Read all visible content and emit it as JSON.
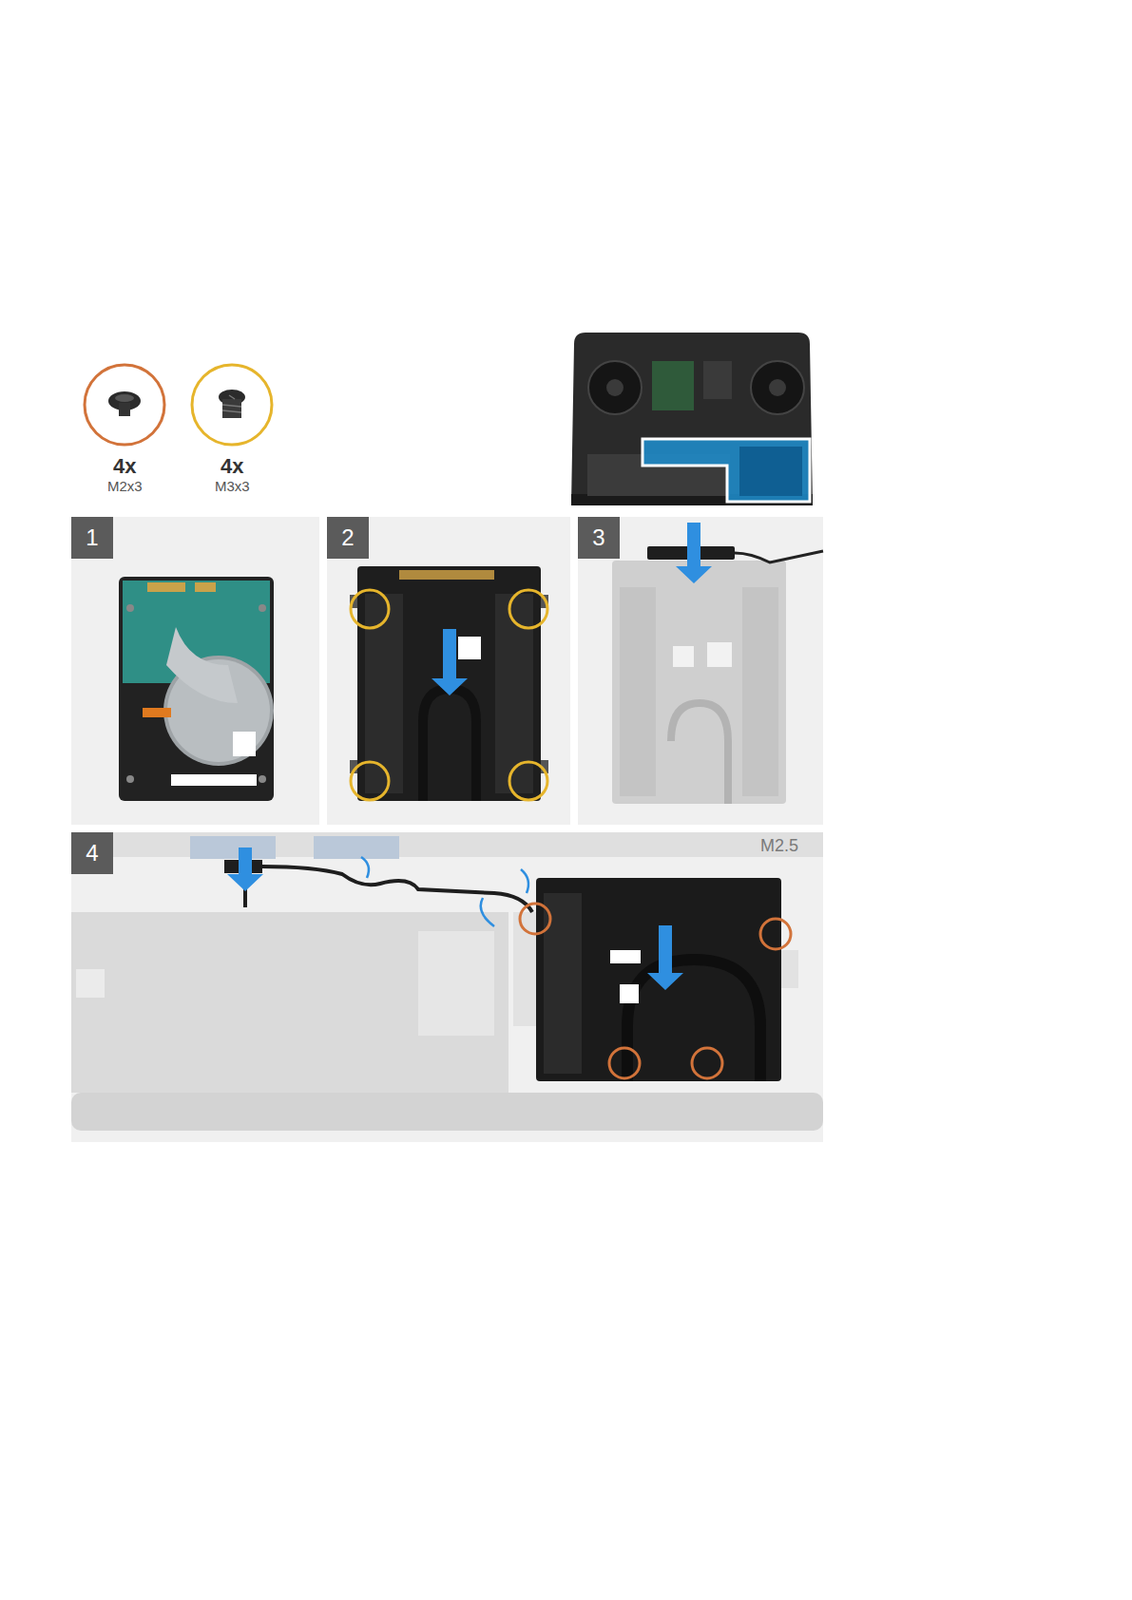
{
  "diagram": {
    "nodes": [
      {
        "text": [
          "1"
        ]
      },
      {
        "text": [
          "2"
        ]
      },
      {
        "text": [
          "3"
        ]
      },
      {
        "text": [
          "4"
        ]
      }
    ],
    "labels": [
      "4x",
      "M2x3",
      "4x",
      "M3x3",
      "M2.5"
    ]
  }
}
